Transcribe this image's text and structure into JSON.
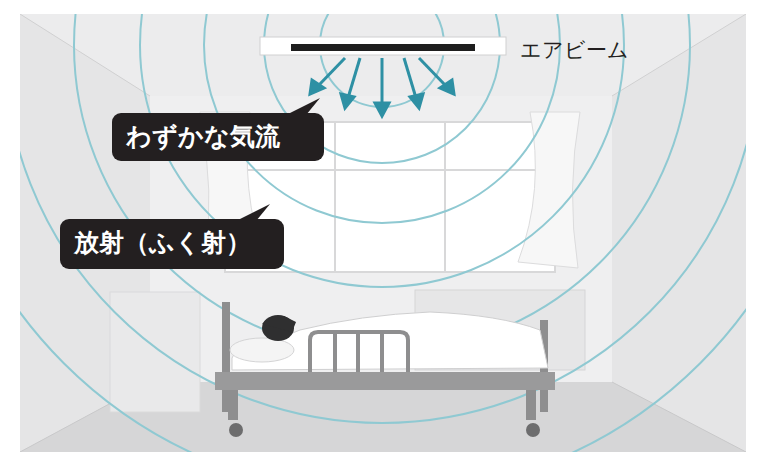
{
  "diagram": {
    "nodes": [
      {
        "text": [
          "わずかな気流"
        ]
      },
      {
        "text": [
          "放射（ふく射）"
        ]
      }
    ],
    "labels": [
      "エアビーム"
    ]
  }
}
